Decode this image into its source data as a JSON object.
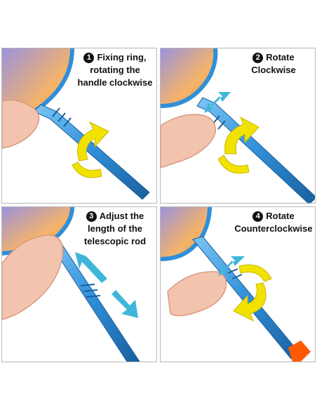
{
  "steps": [
    {
      "number": "1",
      "lines": [
        "Fixing ring,",
        "rotating the",
        "handle clockwise"
      ]
    },
    {
      "number": "2",
      "lines": [
        "Rotate",
        "Clockwise"
      ]
    },
    {
      "number": "3",
      "lines": [
        "Adjust the",
        "length of the",
        "telescopic rod"
      ]
    },
    {
      "number": "4",
      "lines": [
        "Rotate",
        "Counterclockwise"
      ]
    }
  ],
  "colors": {
    "rod": "#2f8fd8",
    "rod_highlight": "#7cc5f5",
    "rod_dark": "#1a5f9e",
    "arrow_yellow": "#f2e200",
    "arrow_cyan": "#3fb6d8",
    "net_orange": "#f3a64f",
    "net_purple": "#8a7fd6",
    "skin": "#f2c4ad",
    "skin_shadow": "#d99a80",
    "handle_cap": "#ff5a00"
  }
}
